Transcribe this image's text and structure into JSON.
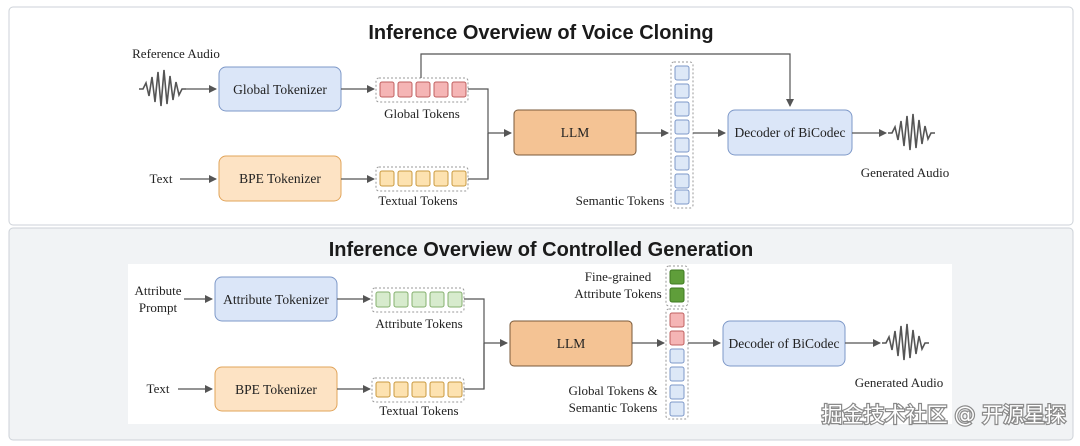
{
  "top": {
    "title": "Inference Overview of Voice Cloning",
    "reference_audio_label": "Reference Audio",
    "text_label": "Text",
    "global_tokenizer": "Global Tokenizer",
    "bpe_tokenizer": "BPE Tokenizer",
    "global_tokens_label": "Global Tokens",
    "textual_tokens_label": "Textual Tokens",
    "llm": "LLM",
    "semantic_tokens_label": "Semantic Tokens",
    "decoder": "Decoder of BiCodec",
    "generated_audio_label": "Generated Audio"
  },
  "bottom": {
    "title": "Inference Overview of Controlled Generation",
    "attribute_prompt_line1": "Attribute",
    "attribute_prompt_line2": "Prompt",
    "text_label": "Text",
    "attribute_tokenizer": "Attribute Tokenizer",
    "bpe_tokenizer": "BPE Tokenizer",
    "attribute_tokens_label": "Attribute Tokens",
    "textual_tokens_label": "Textual Tokens",
    "llm": "LLM",
    "fine_grained_line1": "Fine-grained",
    "fine_grained_line2": "Attribute Tokens",
    "global_semantic_line1": "Global Tokens &",
    "global_semantic_line2": "Semantic Tokens",
    "decoder": "Decoder of BiCodec",
    "generated_audio_label": "Generated Audio"
  },
  "watermark": "掘金技术社区 @ 开源星探",
  "colors": {
    "blue_fill": "#dbe6f8",
    "blue_stroke": "#7d98c8",
    "orange_fill": "#fde3c4",
    "orange_stroke": "#e1a45a",
    "llm_fill": "#f4c394",
    "llm_stroke": "#7a5a3a",
    "pink_token": "#f5b5b5",
    "pink_stroke": "#c06060",
    "yellow_token": "#fde2b0",
    "yellow_stroke": "#c99a40",
    "green_token": "#d7ebcd",
    "green_stroke": "#86b06f",
    "dark_green_token": "#5f9e3a",
    "blue_token": "#dde8f7",
    "blue_token_stroke": "#7d98c8",
    "panel_bottom": "#f1f3f5"
  }
}
